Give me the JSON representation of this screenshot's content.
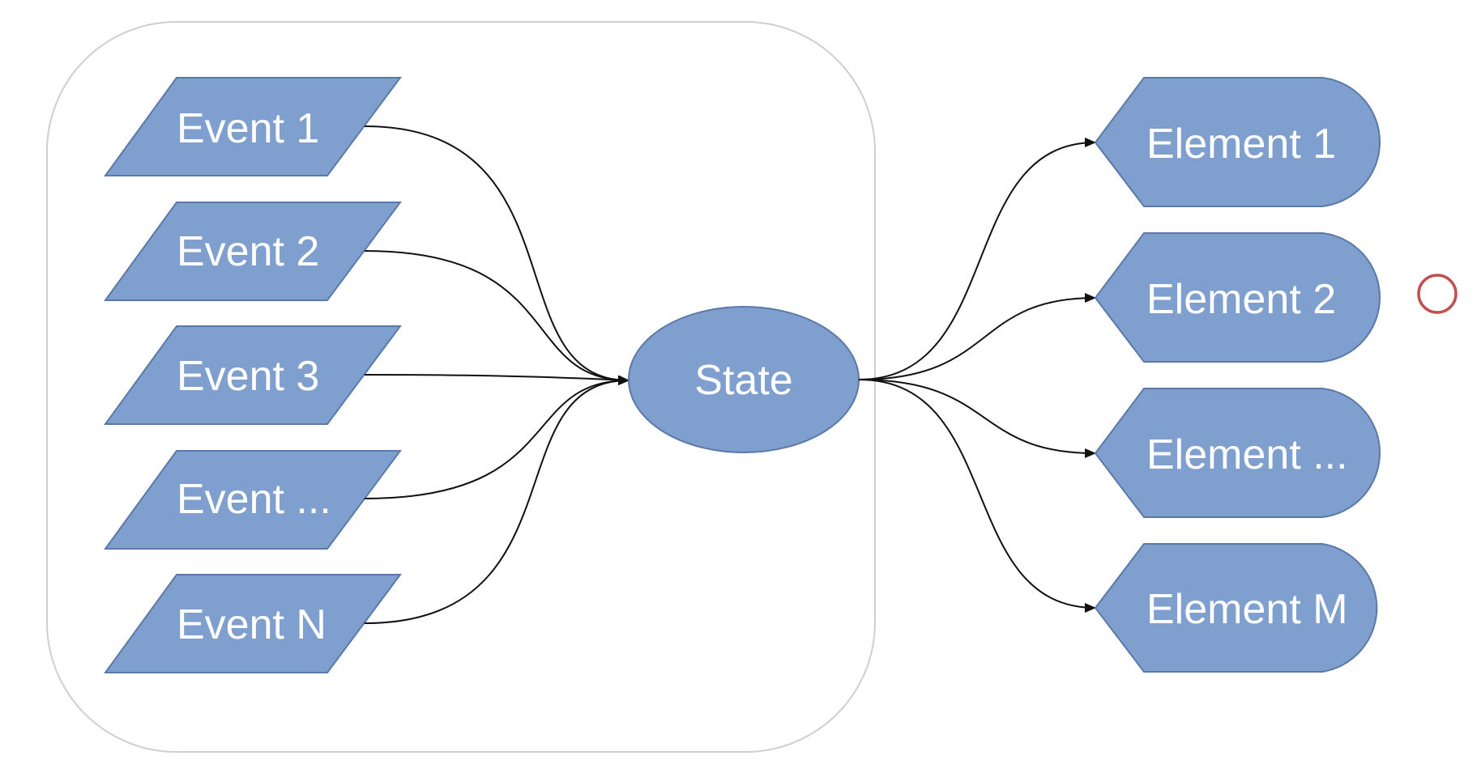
{
  "events": [
    "Event 1",
    "Event 2",
    "Event 3",
    "Event ...",
    "Event N"
  ],
  "state": "State",
  "elements": [
    "Element 1",
    "Element 2",
    "Element ...",
    "Element M"
  ],
  "colors": {
    "node_fill": "#7f9fcf",
    "node_stroke": "#5b79a8",
    "edge": "#111111",
    "container_stroke": "#cfcfcf",
    "marker_circle": "#c0504d"
  }
}
